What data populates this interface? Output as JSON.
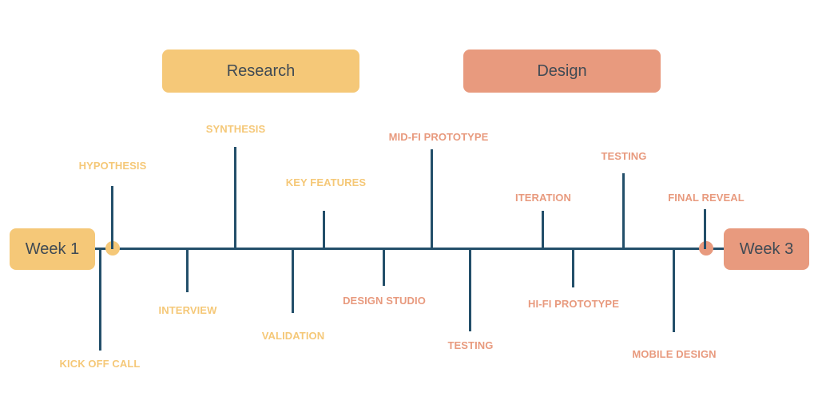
{
  "colors": {
    "research": "#f5c878",
    "design": "#e89a7e",
    "axis": "#234f6a",
    "text_dark": "#3f4a54"
  },
  "phases": [
    {
      "id": "research",
      "label": "Research"
    },
    {
      "id": "design",
      "label": "Design"
    }
  ],
  "timeline": {
    "start_label": "Week 1",
    "end_label": "Week 3"
  },
  "milestones": [
    {
      "label": "HYPOTHESIS",
      "phase": "research",
      "side": "above"
    },
    {
      "label": "KICK OFF CALL",
      "phase": "research",
      "side": "below"
    },
    {
      "label": "INTERVIEW",
      "phase": "research",
      "side": "below"
    },
    {
      "label": "SYNTHESIS",
      "phase": "research",
      "side": "above"
    },
    {
      "label": "VALIDATION",
      "phase": "research",
      "side": "below"
    },
    {
      "label": "KEY FEATURES",
      "phase": "research",
      "side": "above"
    },
    {
      "label": "DESIGN STUDIO",
      "phase": "design",
      "side": "below"
    },
    {
      "label": "MID-FI PROTOTYPE",
      "phase": "design",
      "side": "above"
    },
    {
      "label": "TESTING",
      "phase": "design",
      "side": "below"
    },
    {
      "label": "ITERATION",
      "phase": "design",
      "side": "above"
    },
    {
      "label": "HI-FI PROTOTYPE",
      "phase": "design",
      "side": "below"
    },
    {
      "label": "TESTING",
      "phase": "design",
      "side": "above"
    },
    {
      "label": "MOBILE DESIGN",
      "phase": "design",
      "side": "below"
    },
    {
      "label": "FINAL REVEAL",
      "phase": "design",
      "side": "above"
    }
  ]
}
